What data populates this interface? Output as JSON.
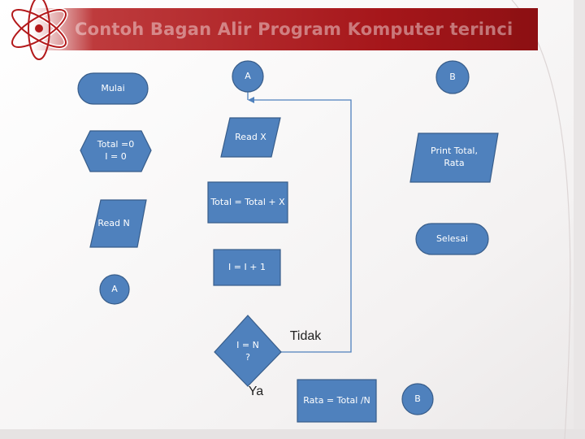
{
  "slide": {
    "title": "Contoh Bagan Alir Program Komputer terinci",
    "accent_color": "#b3191b",
    "shape_fill": "#4f81bd",
    "shape_stroke": "#385d8a"
  },
  "flow": {
    "start": "Mulai",
    "init_line1": "Total =0",
    "init_line2": "I = 0",
    "read_n": "Read N",
    "connector_a_out": "A",
    "connector_a_in": "A",
    "read_x": "Read X",
    "accumulate": "Total = Total + X",
    "increment": "I = I + 1",
    "decision_line1": "I = N",
    "decision_line2": "?",
    "label_no": "Tidak",
    "label_yes": "Ya",
    "average": "Rata = Total /N",
    "connector_b_out": "B",
    "connector_b_in": "B",
    "print_line1": "Print Total,",
    "print_line2": "Rata",
    "end": "Selesai"
  }
}
